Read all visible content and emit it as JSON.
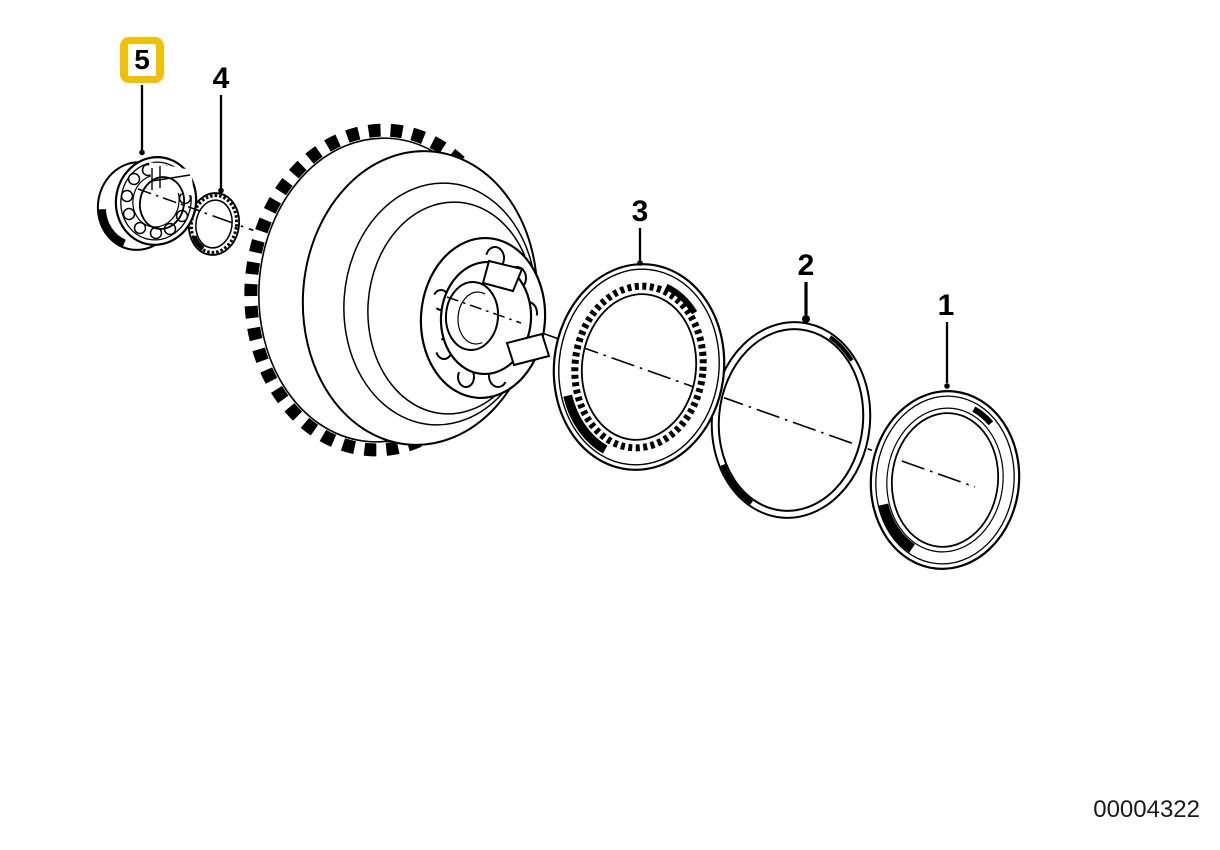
{
  "diagram": {
    "callouts": [
      {
        "label": "1",
        "highlighted": false
      },
      {
        "label": "2",
        "highlighted": false
      },
      {
        "label": "3",
        "highlighted": false
      },
      {
        "label": "4",
        "highlighted": false
      },
      {
        "label": "5",
        "highlighted": true
      }
    ],
    "highlight_color": "#EFC100",
    "line_color": "#000000",
    "background_color": "#FFFFFF"
  },
  "footer": {
    "document_number": "00004322"
  }
}
